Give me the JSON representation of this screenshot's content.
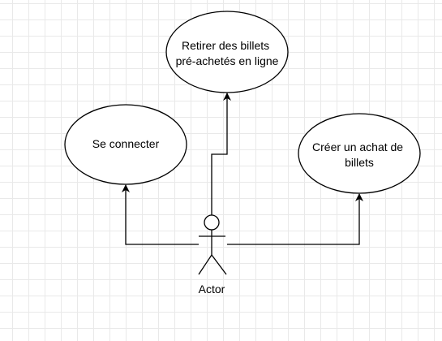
{
  "diagram": {
    "type": "use-case",
    "actor": {
      "label": "Actor"
    },
    "use_cases": [
      {
        "id": "retirer",
        "lines": [
          "Retirer des billets",
          "pré-achetés en ligne"
        ]
      },
      {
        "id": "connecter",
        "lines": [
          "Se connecter"
        ]
      },
      {
        "id": "achat",
        "lines": [
          "Créer un achat de",
          "billets"
        ]
      }
    ],
    "connectors": [
      {
        "from": "actor",
        "to": "connecter",
        "arrow": "end"
      },
      {
        "from": "actor",
        "to": "retirer",
        "arrow": "end"
      },
      {
        "from": "actor",
        "to": "achat",
        "arrow": "end"
      }
    ]
  }
}
